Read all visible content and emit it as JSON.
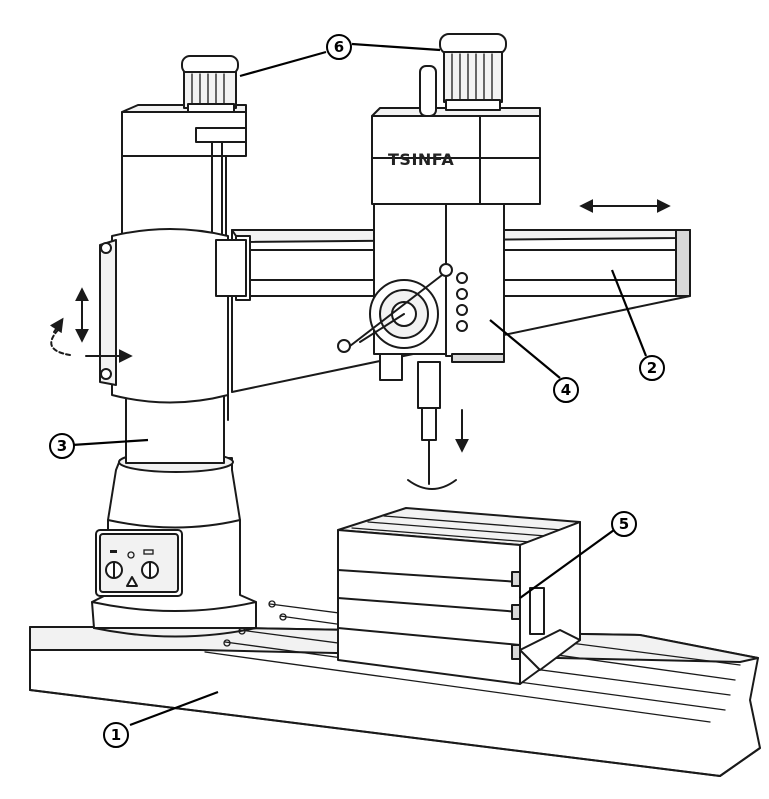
{
  "brand": {
    "label": "TSINFA"
  },
  "callouts": [
    {
      "id": "1",
      "label": "1"
    },
    {
      "id": "2",
      "label": "2"
    },
    {
      "id": "3",
      "label": "3"
    },
    {
      "id": "4",
      "label": "4"
    },
    {
      "id": "5",
      "label": "5"
    },
    {
      "id": "6",
      "label": "6"
    }
  ],
  "colors": {
    "line": "#1a1a1a",
    "background": "#ffffff"
  }
}
